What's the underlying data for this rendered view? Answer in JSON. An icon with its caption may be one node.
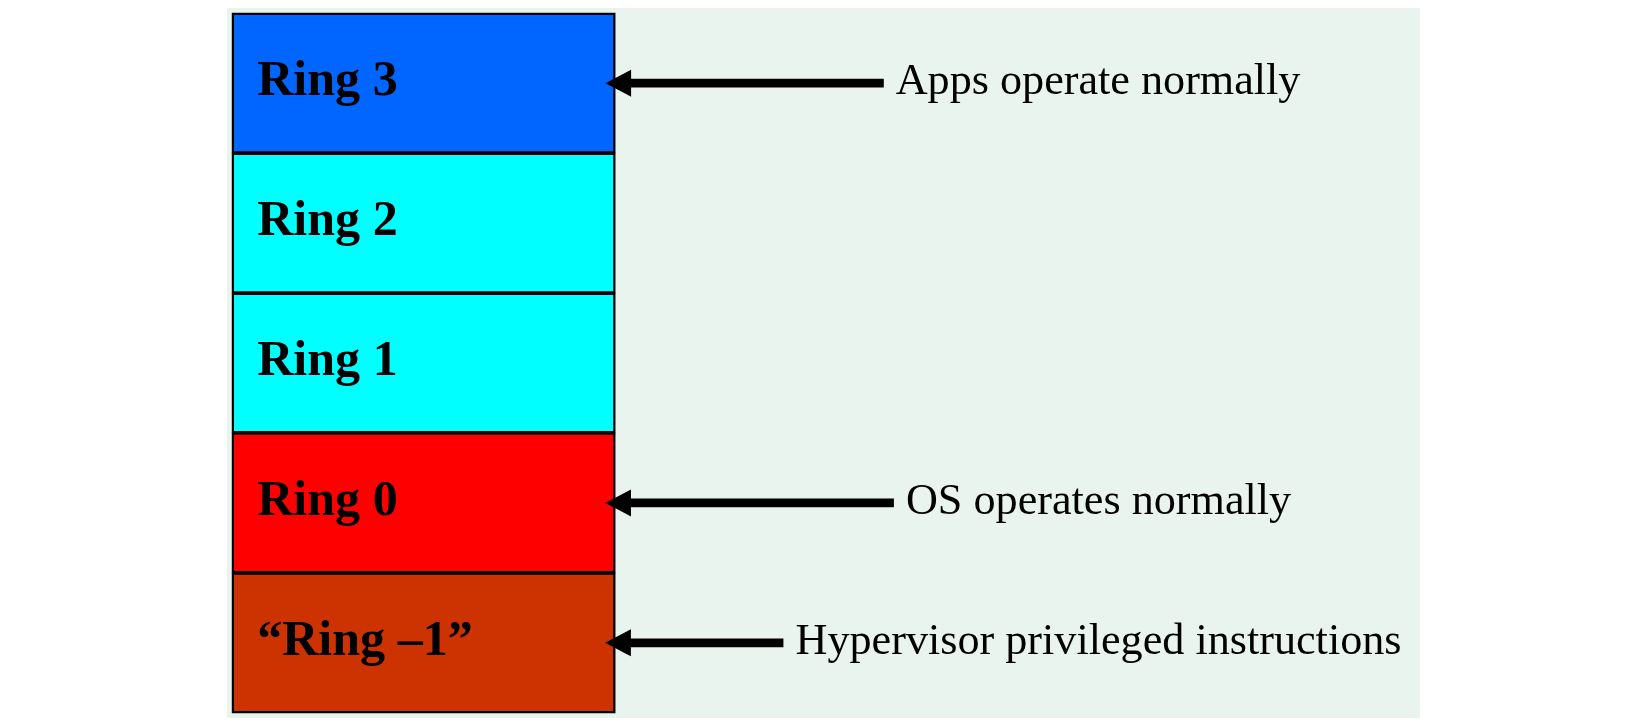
{
  "diagram": {
    "nodes": [
      {
        "text": [
          "Ring 3"
        ]
      },
      {
        "text": [
          "Ring 2"
        ]
      },
      {
        "text": [
          "Ring 1"
        ]
      },
      {
        "text": [
          "Ring 0"
        ]
      },
      {
        "text": [
          "“Ring –1”"
        ]
      },
      {
        "text": [
          "Apps operate normally"
        ]
      },
      {
        "text": [
          "OS operates normally"
        ]
      },
      {
        "text": [
          "Hypervisor privileged instructions"
        ]
      }
    ],
    "edges": [
      {
        "from": 5,
        "to": 0,
        "arrow": "to"
      },
      {
        "from": 6,
        "to": 3,
        "arrow": "to"
      },
      {
        "from": 7,
        "to": 4,
        "arrow": "to"
      }
    ]
  }
}
